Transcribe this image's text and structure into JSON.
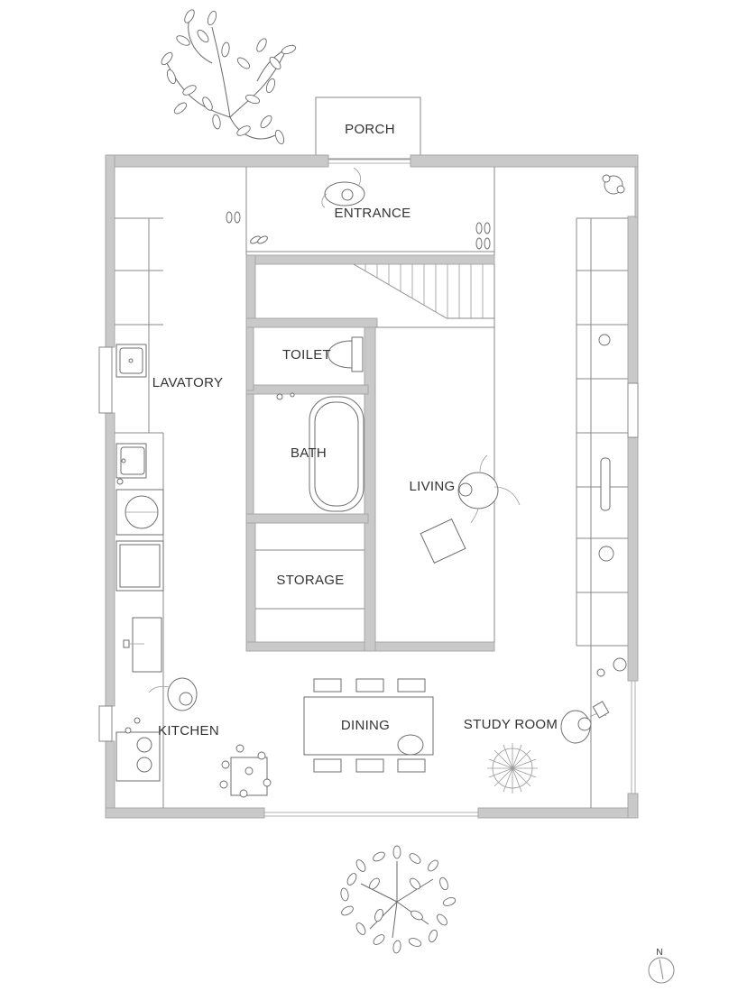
{
  "rooms": {
    "porch": "PORCH",
    "entrance": "ENTRANCE",
    "lavatory": "LAVATORY",
    "toilet": "TOILET",
    "bath": "BATH",
    "living": "LIVING",
    "storage": "STORAGE",
    "kitchen": "KITCHEN",
    "dining": "DINING",
    "study_room": "STUDY ROOM"
  },
  "compass": {
    "north_label": "N",
    "icon": "north-arrow-icon"
  },
  "colors": {
    "wall": "#c9c9c9",
    "line": "#8a8a8a",
    "text": "#333333"
  }
}
